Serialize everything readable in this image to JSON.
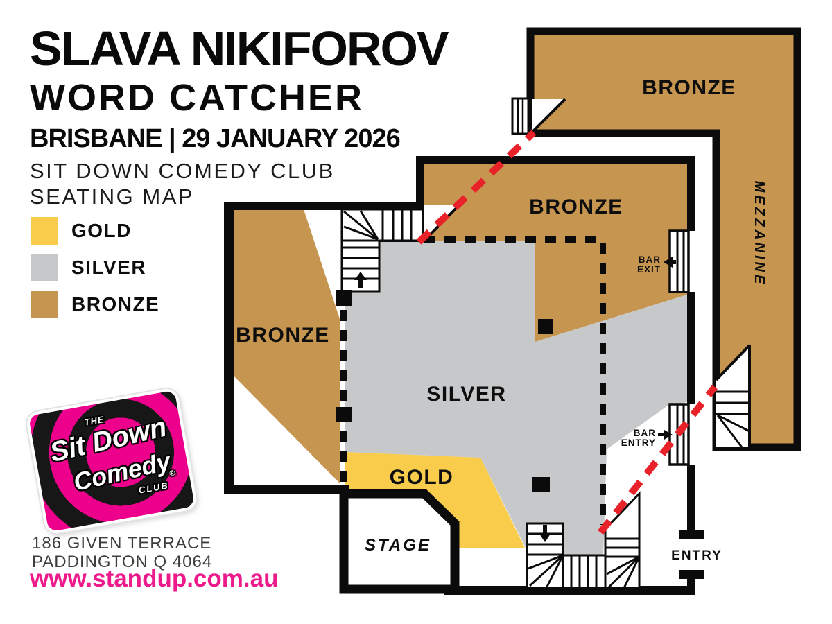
{
  "colors": {
    "gold": "#F9CD4B",
    "silver": "#C6C8CA",
    "bronze": "#C6954F",
    "red": "#E92128",
    "pink": "#EC1A8B",
    "wall": "#0B0B0B"
  },
  "header": {
    "title": "SLAVA NIKIFOROV",
    "show": "WORD CATCHER",
    "event": "BRISBANE | 29 JANUARY 2026",
    "venue": "SIT DOWN COMEDY CLUB",
    "map_label": "SEATING MAP"
  },
  "legend": {
    "items": [
      {
        "label": "GOLD",
        "color": "#F9CD4B"
      },
      {
        "label": "SILVER",
        "color": "#C6C8CA"
      },
      {
        "label": "BRONZE",
        "color": "#C6954F"
      }
    ]
  },
  "map": {
    "labels": {
      "bronze_mezzanine": "BRONZE",
      "bronze_rear": "BRONZE",
      "bronze_side": "BRONZE",
      "silver": "SILVER",
      "gold": "GOLD",
      "mezzanine": "MEZZANINE",
      "stage": "STAGE",
      "entry": "ENTRY",
      "bar_exit_l1": "BAR",
      "bar_exit_l2": "EXIT",
      "bar_entry_l1": "BAR",
      "bar_entry_l2": "ENTRY"
    }
  },
  "logo": {
    "the": "THE",
    "word1": "Sit Down",
    "word2": "Comedy",
    "club": "CLUB",
    "registered": "®"
  },
  "footer": {
    "address1": "186 GIVEN TERRACE",
    "address2": "PADDINGTON Q 4064",
    "website": "www.standup.com.au"
  }
}
